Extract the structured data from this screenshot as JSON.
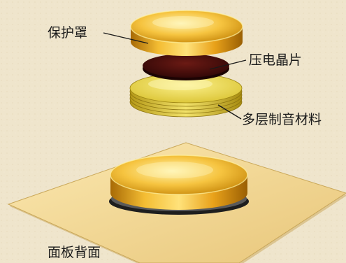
{
  "labels": {
    "protective_cover": "保护罩",
    "piezo_crystal": "压电晶片",
    "multilayer_material": "多层制音材料",
    "panel_back": "面板背面"
  },
  "colors": {
    "background": "#efe5cc",
    "gold_light": "#fff1a8",
    "gold_mid": "#f2b52a",
    "gold_dark": "#b27204",
    "piezo_dark": "#3a0a0a",
    "panel_light": "#f9e3a6",
    "panel_dark": "#d9b865",
    "leader_line": "#1a1a1a"
  }
}
